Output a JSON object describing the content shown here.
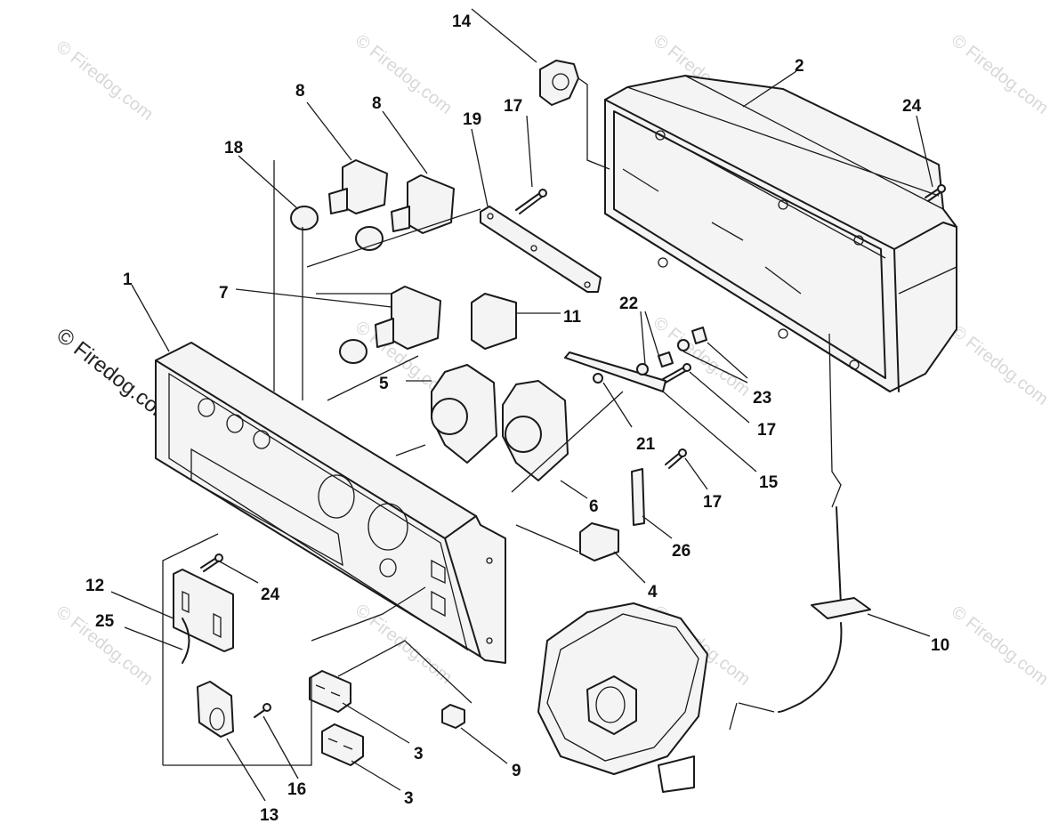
{
  "diagram": {
    "watermark": "© Firedog.com",
    "watermark_small": "© Firedog.com",
    "callouts": {
      "c1": "1",
      "c2": "2",
      "c3a": "3",
      "c3b": "3",
      "c4": "4",
      "c5": "5",
      "c6": "6",
      "c7": "7",
      "c8a": "8",
      "c8b": "8",
      "c9": "9",
      "c10": "10",
      "c11": "11",
      "c12": "12",
      "c13": "13",
      "c14": "14",
      "c15": "15",
      "c16": "16",
      "c17a": "17",
      "c17b": "17",
      "c17c": "17",
      "c18": "18",
      "c19": "19",
      "c21": "21",
      "c22": "22",
      "c23": "23",
      "c24a": "24",
      "c24b": "24",
      "c25": "25",
      "c26": "26"
    }
  }
}
